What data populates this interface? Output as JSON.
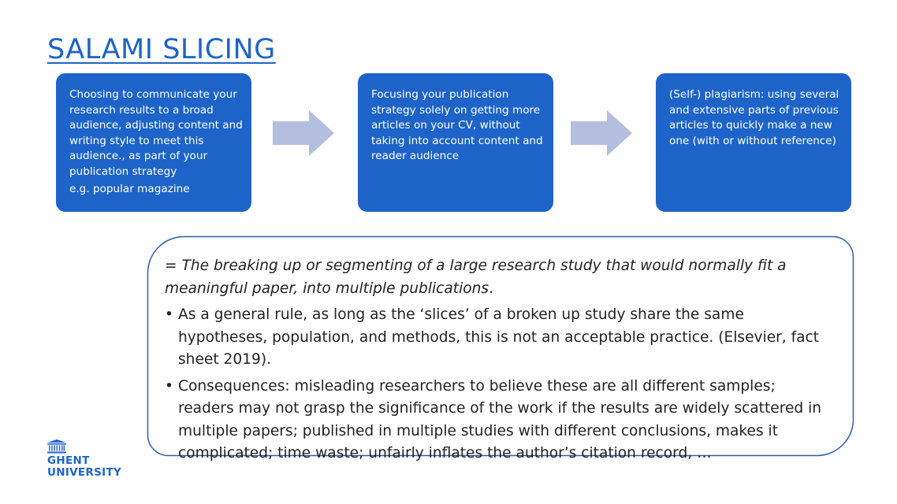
{
  "slide": {
    "title": "SALAMI SLICING"
  },
  "boxes": [
    {
      "text": "Choosing to communicate your research results to a broad audience, adjusting content and writing style to meet this audience., as part of your publication strategy",
      "example": "e.g. popular magazine"
    },
    {
      "text": "Focusing your publication strategy solely on getting more articles on your CV, without taking into account content and reader audience"
    },
    {
      "text": "(Self-) plagiarism: using several and extensive parts of previous articles to quickly make a new one (with or without reference)"
    }
  ],
  "callout": {
    "definition_prefix": "= ",
    "definition": "The breaking up or segmenting of a large research study that would normally fit a meaningful paper, into multiple publications",
    "definition_suffix": ".",
    "bullet_symbol": "•",
    "bullets": [
      "As a general rule, as long as the ‘slices’ of a broken up study share the same hypotheses, population, and methods, this is not an acceptable practice. (Elsevier, fact sheet 2019).",
      "Consequences: misleading researchers to believe these are all different samples; readers may not grasp the significance of the work if the results are widely scattered in multiple papers; published in multiple studies with different conclusions, makes it complicated; time waste; unfairly inflates the author’s citation record, …"
    ]
  },
  "logo": {
    "line1": "GHENT",
    "line2": "UNIVERSITY",
    "icon": "university-building-icon"
  },
  "colors": {
    "brand_blue": "#1e64c8",
    "arrow": "#b4bfe0",
    "callout_border": "#2f5da8"
  }
}
